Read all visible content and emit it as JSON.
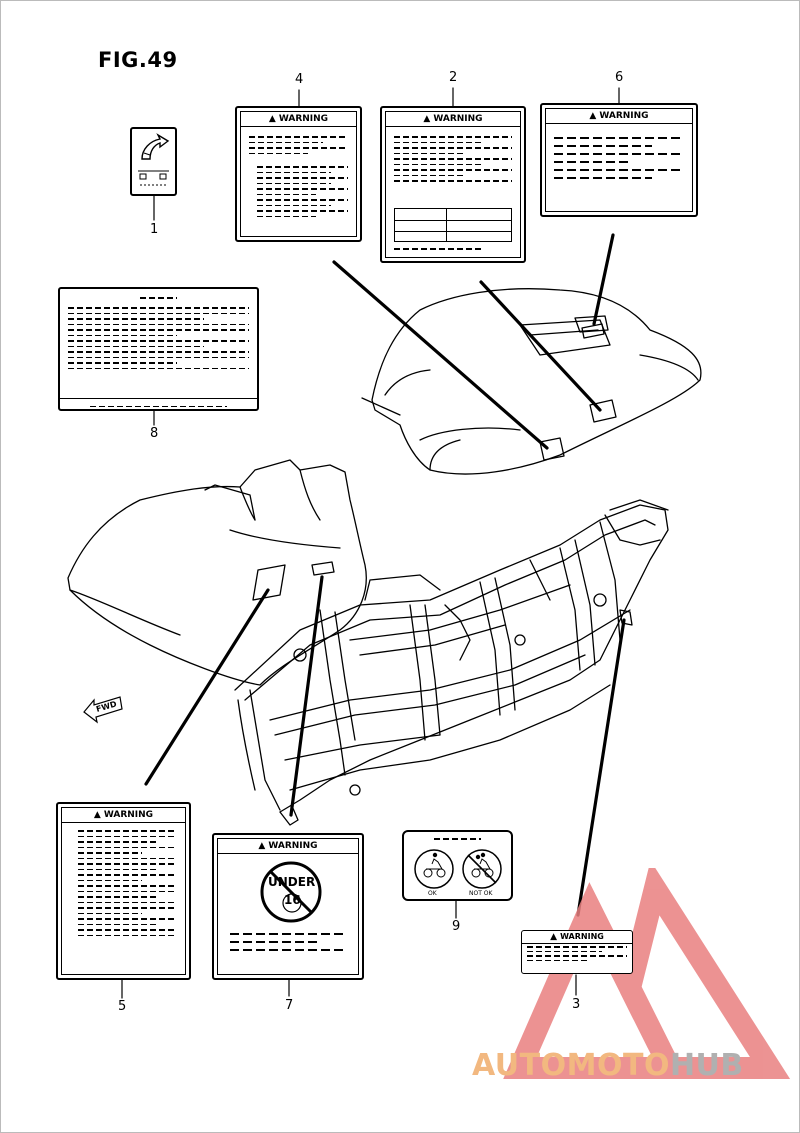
{
  "figure": {
    "title": "FIG.49"
  },
  "labels": {
    "warning_text": "WARNING",
    "under_age_text": "UNDER",
    "under_age_number": "16",
    "fwd_text": "FWD",
    "ok_text": "OK",
    "not_ok_text": "NOT OK"
  },
  "callouts": {
    "c1": "1",
    "c2": "2",
    "c3": "3",
    "c4": "4",
    "c5": "5",
    "c6": "6",
    "c7": "7",
    "c8": "8",
    "c9": "9"
  },
  "watermark": {
    "part1": "AUTOMOTO",
    "part2": "HUB",
    "accent_color": "#e05050",
    "text_color": "#f2b880",
    "gray": "#b0b0b0"
  }
}
